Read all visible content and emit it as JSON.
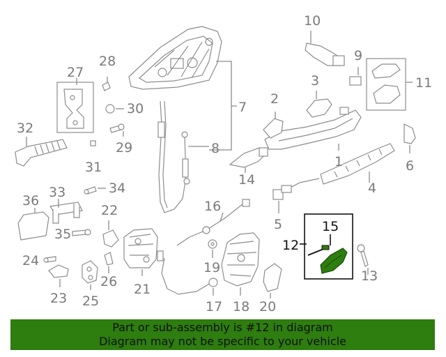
{
  "diagram": {
    "callouts": [
      "1",
      "2",
      "3",
      "4",
      "5",
      "6",
      "7",
      "8",
      "9",
      "10",
      "11",
      "12",
      "13",
      "14",
      "15",
      "16",
      "17",
      "18",
      "19",
      "20",
      "21",
      "22",
      "23",
      "24",
      "25",
      "26",
      "27",
      "28",
      "29",
      "30",
      "31",
      "32",
      "33",
      "34",
      "35",
      "36"
    ],
    "highlight_color": "#2e7d0f",
    "highlighted_parts": [
      "12",
      "15"
    ]
  },
  "banner": {
    "line1": "Part or sub-assembly is #12 in diagram",
    "line2": "Diagram may not be specific to your vehicle"
  },
  "colors": {
    "banner_bg": "#2e7d0f",
    "line_art": "#8c8c8c",
    "label": "#7a7a7a"
  }
}
